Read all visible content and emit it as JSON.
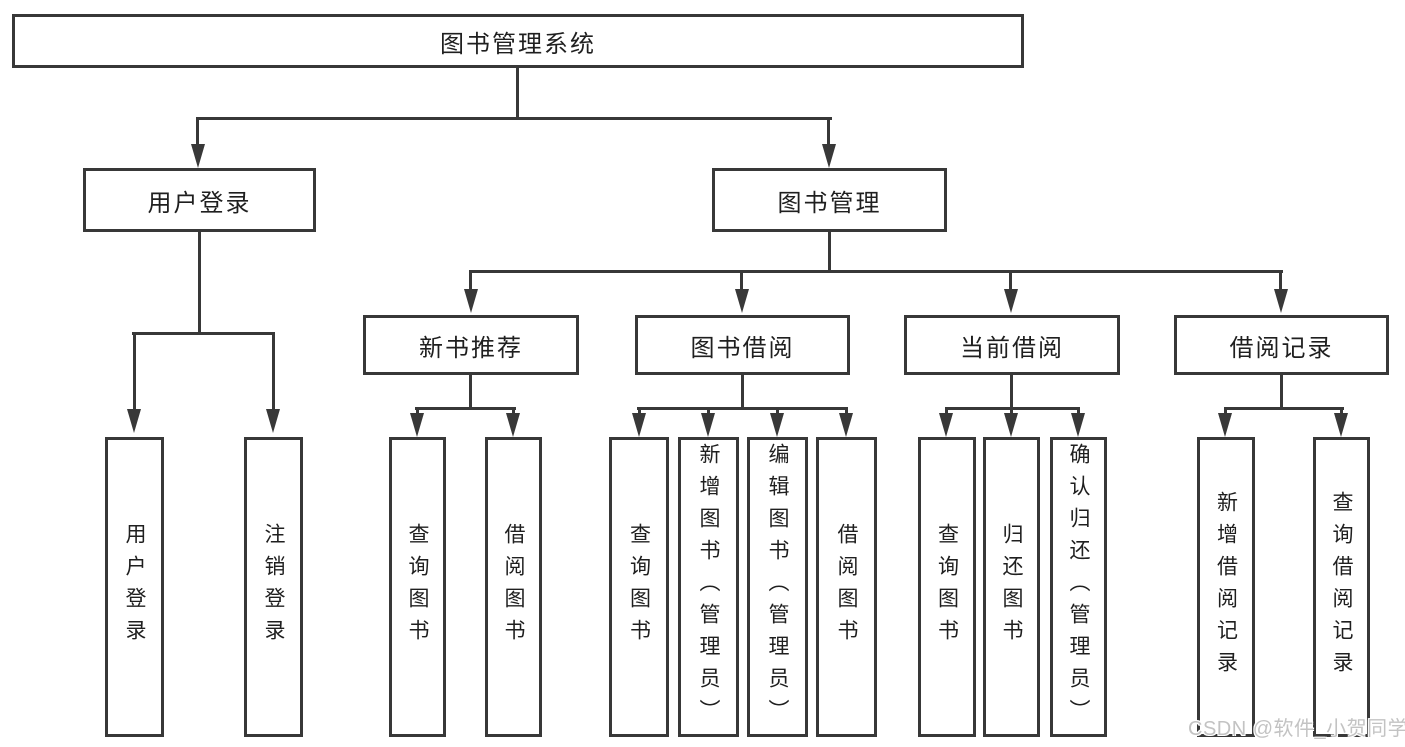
{
  "tree": {
    "root": {
      "label": "图书管理系统"
    },
    "children": [
      {
        "label": "用户登录",
        "children": [
          {
            "label": "用户登录"
          },
          {
            "label": "注销登录"
          }
        ]
      },
      {
        "label": "图书管理",
        "children": [
          {
            "label": "新书推荐",
            "children": [
              {
                "label": "查询图书"
              },
              {
                "label": "借阅图书"
              }
            ]
          },
          {
            "label": "图书借阅",
            "children": [
              {
                "label": "查询图书"
              },
              {
                "label": "新增图书（管理员）"
              },
              {
                "label": "编辑图书（管理员）"
              },
              {
                "label": "借阅图书"
              }
            ]
          },
          {
            "label": "当前借阅",
            "children": [
              {
                "label": "查询图书"
              },
              {
                "label": "归还图书"
              },
              {
                "label": "确认归还（管理员）"
              }
            ]
          },
          {
            "label": "借阅记录",
            "children": [
              {
                "label": "新增借阅记录"
              },
              {
                "label": "查询借阅记录"
              }
            ]
          }
        ]
      }
    ]
  },
  "watermark": {
    "text": "CSDN @软件_小贺同学"
  },
  "colors": {
    "line": "#383838",
    "box_border": "#383838",
    "text": "#1f1f1f",
    "watermark": "#c3c3c3",
    "background": "#ffffff"
  }
}
